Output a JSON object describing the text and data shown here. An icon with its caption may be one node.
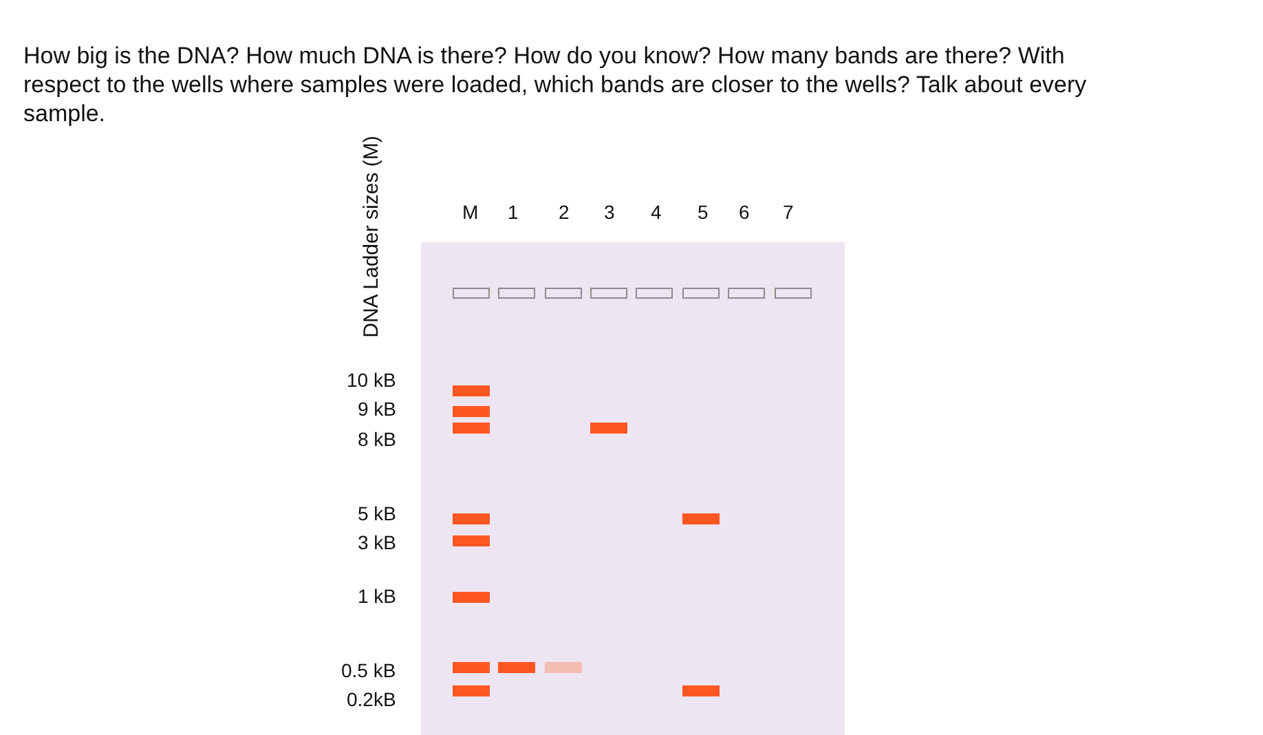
{
  "diagram": {
    "title": "How big is the DNA? How much DNA is there? How do you know? How many bands are there? With respect to the wells where samples were loaded, which bands are closer to the wells? Talk about every sample.",
    "labels": [
      "DNA Ladder sizes (M)",
      "M",
      "1",
      "2",
      "3",
      "4",
      "5",
      "6",
      "7",
      "10 kB",
      "9 kB",
      "8 kB",
      "5 kB",
      "3 kB",
      "1 kB",
      "0.5 kB",
      "0.2kB"
    ]
  }
}
